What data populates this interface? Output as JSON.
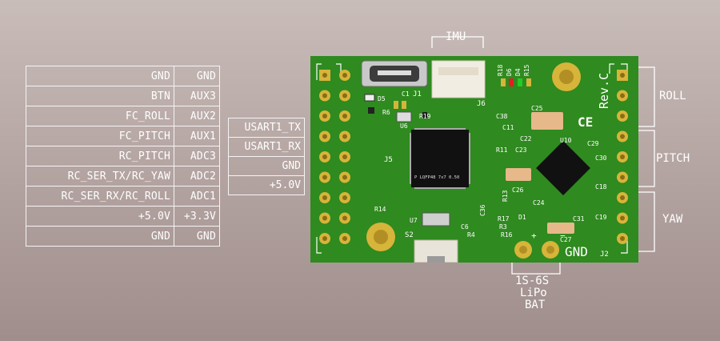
{
  "pin_table": {
    "rows": [
      {
        "left": "GND",
        "right": "GND"
      },
      {
        "left": "BTN",
        "right": "AUX3"
      },
      {
        "left": "FC_ROLL",
        "right": "AUX2"
      },
      {
        "left": "FC_PITCH",
        "right": "AUX1"
      },
      {
        "left": "RC_PITCH",
        "right": "ADC3"
      },
      {
        "left": "RC_SER_TX/RC_YAW",
        "right": "ADC2"
      },
      {
        "left": "RC_SER_RX/RC_ROLL",
        "right": "ADC1"
      },
      {
        "left": "+5.0V",
        "right": "+3.3V"
      },
      {
        "left": "GND",
        "right": "GND"
      }
    ]
  },
  "usart_table": {
    "rows": [
      "USART1_TX",
      "USART1_RX",
      "GND",
      "+5.0V"
    ]
  },
  "labels": {
    "imu": "IMU",
    "roll": "ROLL",
    "pitch": "PITCH",
    "yaw": "YAW",
    "battery_line1": "1S-6S",
    "battery_line2": "LiPo",
    "battery_line3": "BAT"
  },
  "board": {
    "revision": "Rev.C",
    "gnd": "GND",
    "plus": "+",
    "minus": "−",
    "ce_mark": "CE",
    "chip_text": "P LQFP48 7x7 0.50",
    "refs": {
      "j1": "J1",
      "j2": "J2",
      "j5": "J5",
      "j6": "J6",
      "d1": "D1",
      "d4": "D4",
      "d5": "D5",
      "d6": "D6",
      "c1": "C1",
      "c6": "C6",
      "c11": "C11",
      "c18": "C18",
      "c19": "C19",
      "c22": "C22",
      "c23": "C23",
      "c24": "C24",
      "c25": "C25",
      "c26": "C26",
      "c27": "C27",
      "c29": "C29",
      "c30": "C30",
      "c31": "C31",
      "c36": "C36",
      "c38": "C38",
      "r3": "R3",
      "r4": "R4",
      "r6": "R6",
      "r11": "R11",
      "r13": "R13",
      "r14": "R14",
      "r15": "R15",
      "r16": "R16",
      "r17": "R17",
      "r18": "R18",
      "r19": "R19",
      "s2": "S2",
      "u6": "U6",
      "u7": "U7",
      "u10": "U10"
    }
  },
  "colors": {
    "pcb_green": "#2f8a1f",
    "pad_gold": "#d7b43a",
    "silkscreen": "#ffffff",
    "chip_black": "#111111",
    "led_red": "#e02020",
    "led_green": "#22cc22"
  }
}
